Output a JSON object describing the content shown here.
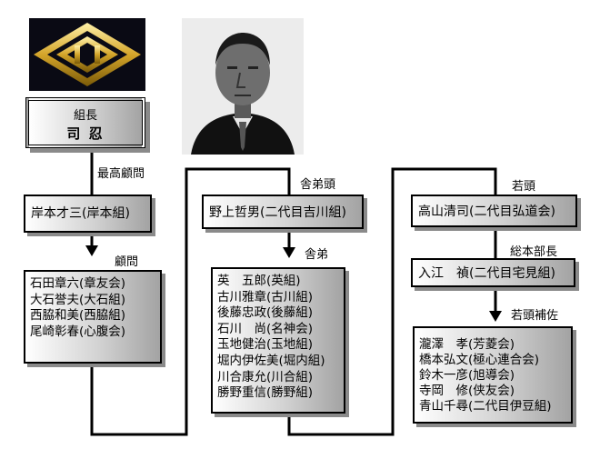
{
  "logo": {
    "icon": "gold-diamond-emblem-icon",
    "colors": [
      "#c8a020",
      "#0a0a14"
    ]
  },
  "photo": {
    "icon": "leader-portrait-photo"
  },
  "boss": {
    "title": "組長",
    "name": "司 忍"
  },
  "roles": {
    "supreme_advisor": "最高顧問",
    "advisor": "顧問",
    "shatei_gashira": "舎弟頭",
    "shatei": "舎弟",
    "wakagashira": "若頭",
    "sohonbucho": "総本部長",
    "wakagashira_hosa": "若頭補佐"
  },
  "columns": [
    {
      "head": "岸本才三(岸本組)",
      "members": [
        "石田章六(章友会)",
        "大石誉夫(大石組)",
        "西脇和美(西脇組)",
        "尾崎彰春(心腹会)"
      ]
    },
    {
      "head": "野上哲男(二代目吉川組)",
      "members": [
        "英　五郎(英組)",
        "古川雅章(古川組)",
        "後藤忠政(後藤組)",
        "石川　尚(名神会)",
        "玉地健治(玉地組)",
        "堀内伊佐美(堀内組)",
        "川合康允(川合組)",
        "勝野重信(勝野組)"
      ]
    },
    {
      "head": "高山清司(二代目弘道会)",
      "sub_head": "入江　禎(二代目宅見組)",
      "members": [
        "瀧澤　孝(芳菱会)",
        "橋本弘文(極心連合会)",
        "鈴木一彦(旭導会)",
        "寺岡　修(侠友会)",
        "青山千尋(二代目伊豆組)"
      ]
    }
  ]
}
